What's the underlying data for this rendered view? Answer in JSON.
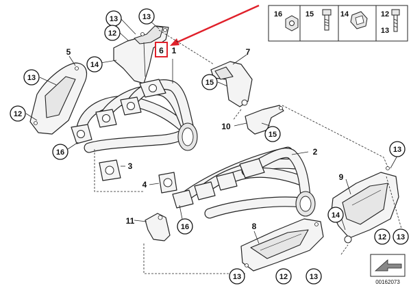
{
  "labels": {
    "top_bracket_13": "13",
    "top_bracket_13_right": "13",
    "top_bracket_12": "12",
    "top_bracket_14": "14",
    "main_6": "6",
    "main_1": "1",
    "shield_5": "5",
    "shield_5_13": "13",
    "shield_5_12": "12",
    "shield_5_16": "16",
    "bracket_7": "7",
    "bracket_7_15": "15",
    "bracket_10": "10",
    "bracket_10_15": "15",
    "gasket_3": "3",
    "gasket_4": "4",
    "manifold_2": "2",
    "manifold_2_16": "16",
    "bracket_11": "11",
    "shield_8": "8",
    "shield_8_13a": "13",
    "shield_8_12": "12",
    "shield_8_13b": "13",
    "shield_9": "9",
    "shield_9_13_top": "13",
    "shield_9_14": "14",
    "shield_9_12": "12",
    "shield_9_13": "13"
  },
  "legend": {
    "nut_16": "16",
    "bolt_15": "15",
    "clip_14": "14",
    "bolt_12": "12",
    "bolt_13": "13"
  },
  "reference_number": "00162073",
  "colors": {
    "highlight": "#e0202a",
    "line": "#222222",
    "part_fill": "#f4f4f4"
  }
}
